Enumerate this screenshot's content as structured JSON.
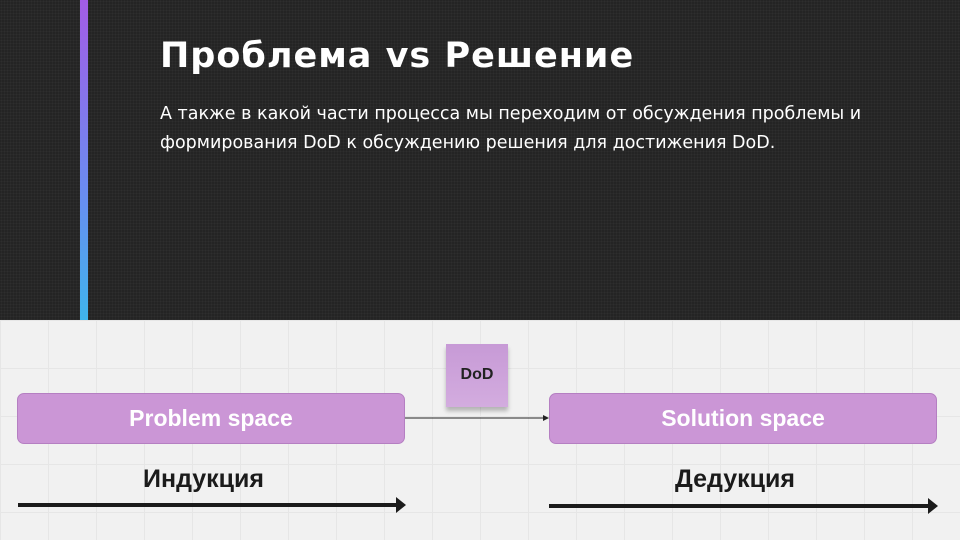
{
  "header": {
    "title": "Проблема vs Решение",
    "subtitle": "А также в какой части процесса мы переходим от обсуждения проблемы и формирования DoD к обсуждению решения для достижения DoD."
  },
  "diagram": {
    "problem": "Problem space",
    "solution": "Solution space",
    "sticky": "DoD",
    "left_label": "Индукция",
    "right_label": "Дедукция"
  },
  "colors": {
    "box": "#cb96d6",
    "accent_top": "#a35ce6",
    "accent_bottom": "#3fb4ec"
  }
}
